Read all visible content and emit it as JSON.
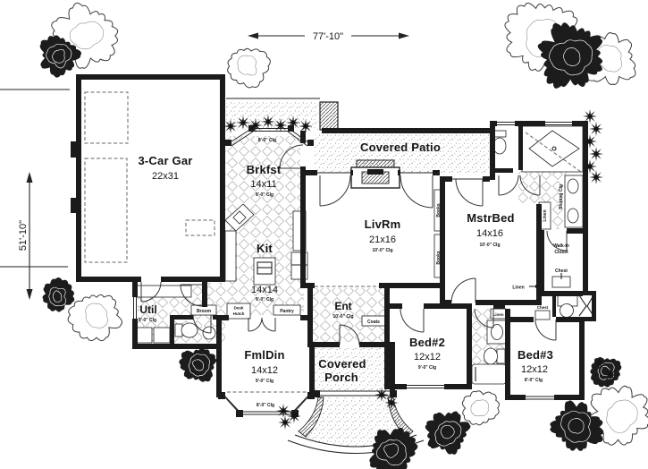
{
  "colors": {
    "ink": "#1a1a1a",
    "paper": "#ffffff"
  },
  "dimensions": {
    "width": "77'-10\"",
    "height": "51'-10\""
  },
  "rooms": {
    "garage": {
      "name": "3-Car Gar",
      "size": "22x31"
    },
    "brkfst": {
      "name": "Brkfst",
      "size": "14x11",
      "clg": "9'-0\" Clg",
      "bay_clg": "8'-0\" Clg"
    },
    "patio": {
      "name": "Covered Patio"
    },
    "livrm": {
      "name": "LivRm",
      "size": "21x16",
      "clg": "10'-0\" Clg"
    },
    "mstrbed": {
      "name": "MstrBed",
      "size": "14x16",
      "clg": "10'-0\" Clg"
    },
    "kit": {
      "name": "Kit",
      "size": "14x14",
      "clg": "9'-0\" Clg"
    },
    "util": {
      "name": "Util",
      "clg": "9'-0\" Clg"
    },
    "fmldin": {
      "name": "FmlDin",
      "size": "14x12",
      "clg": "9'-0\" Clg",
      "bay_clg": "8'-0\" Clg"
    },
    "ent": {
      "name": "Ent",
      "clg": "10'-0\" Clg"
    },
    "porch": {
      "line1": "Covered",
      "line2": "Porch"
    },
    "bed2": {
      "name": "Bed#2",
      "size": "12x12",
      "clg": "9'-0\" Clg"
    },
    "bed3": {
      "name": "Bed#3",
      "size": "12x12",
      "clg": "8'-0\" Clg"
    },
    "walkin": {
      "line1": "Walk-in",
      "line2": "Closet"
    }
  },
  "labels": {
    "books": "Books",
    "sloping_clg": "Sloping Clg",
    "linen": "Linen",
    "chest": "Chest",
    "coats": "Coats",
    "broom": "Broom",
    "desk": "Desk",
    "hutch": "Hutch",
    "pantry": "Pantry"
  }
}
